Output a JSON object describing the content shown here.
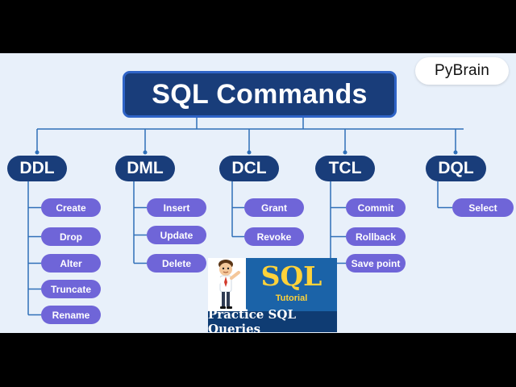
{
  "brand": {
    "label": "PyBrain"
  },
  "title": "SQL Commands",
  "categories": [
    {
      "id": "ddl",
      "label": "DDL",
      "commands": [
        "Create",
        "Drop",
        "Alter",
        "Truncate",
        "Rename"
      ]
    },
    {
      "id": "dml",
      "label": "DML",
      "commands": [
        "Insert",
        "Update",
        "Delete"
      ]
    },
    {
      "id": "dcl",
      "label": "DCL",
      "commands": [
        "Grant",
        "Revoke"
      ]
    },
    {
      "id": "tcl",
      "label": "TCL",
      "commands": [
        "Commit",
        "Rollback",
        "Save point"
      ]
    },
    {
      "id": "dql",
      "label": "DQL",
      "commands": [
        "Select"
      ]
    }
  ],
  "promo": {
    "headline": "SQL",
    "subline": "Tutorial",
    "caption": "Practice SQL Queries"
  },
  "colors": {
    "title_bg": "#193d7a",
    "category_bg": "#193d7a",
    "command_bg": "#6f65d8",
    "connector": "#2f6fb8",
    "background": "#e8f0fa"
  }
}
